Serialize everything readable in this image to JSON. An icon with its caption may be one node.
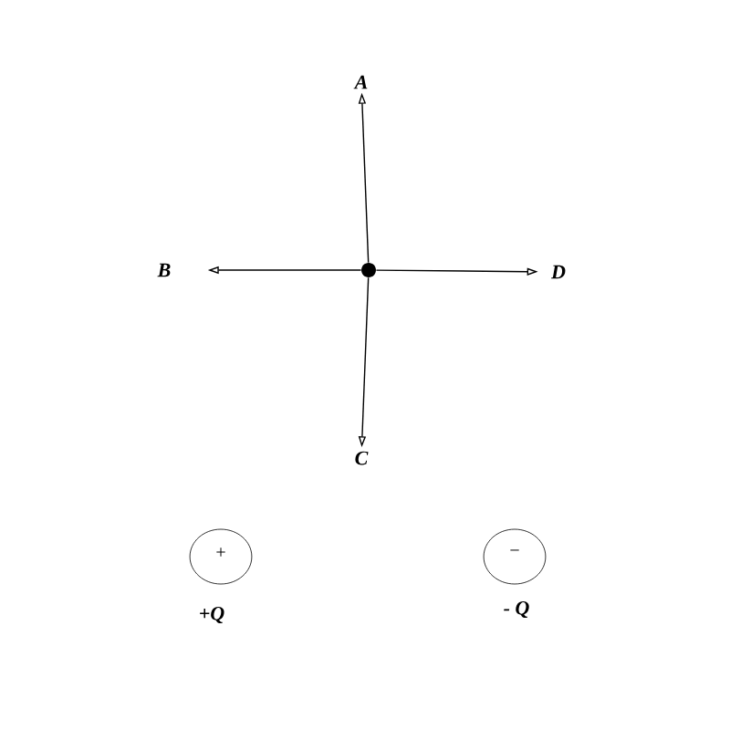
{
  "diagram": {
    "nodes": [
      {
        "text": [],
        "shape": "circle"
      },
      {
        "text": [
          "A"
        ]
      },
      {
        "text": [
          "B"
        ]
      },
      {
        "text": [
          "D"
        ]
      },
      {
        "text": [
          "C"
        ]
      },
      {
        "text": [
          "+"
        ],
        "beside": [
          "+Q"
        ]
      },
      {
        "text": [
          "−"
        ],
        "beside": [
          "- Q"
        ]
      }
    ],
    "edges": [
      {
        "from": 0,
        "to": 1,
        "arrow": "to"
      },
      {
        "from": 0,
        "to": 2,
        "arrow": "to"
      },
      {
        "from": 0,
        "to": 3,
        "arrow": "to"
      },
      {
        "from": 0,
        "to": 4,
        "arrow": "to"
      }
    ]
  }
}
